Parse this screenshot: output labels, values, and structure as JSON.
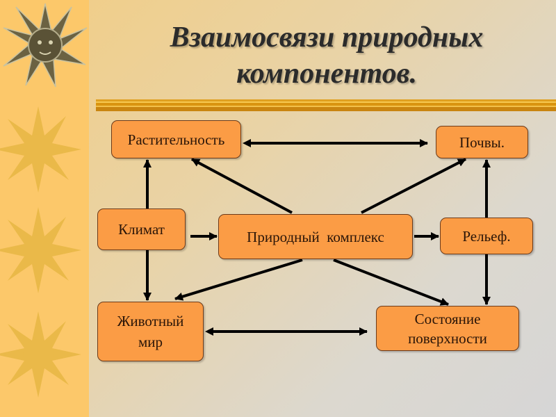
{
  "title": {
    "line1": "Взаимосвязи природных",
    "line2": "компонентов."
  },
  "nodes": {
    "vegetation": "Растительность",
    "soils": "Почвы.",
    "climate": "Климат",
    "complex": "Природный  комплекс",
    "relief": "Рельеф.",
    "fauna_line1": "Животный",
    "fauna_line2": "мир",
    "surface_line1": "Состояние",
    "surface_line2": "поверхности"
  },
  "colors": {
    "box": "#fb9c45",
    "strip": "#fcc86a",
    "arrow": "#000000"
  }
}
